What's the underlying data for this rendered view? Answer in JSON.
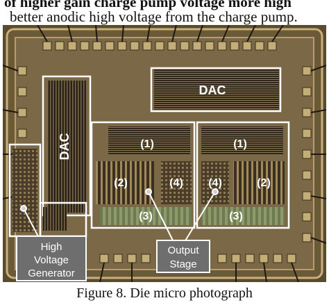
{
  "text": {
    "cut_line": "of higher gain charge pump voltage more high",
    "intro_line": "better anodic high voltage from the charge pump.",
    "caption": "Figure 8. Die micro photograph"
  },
  "labels": {
    "dac_top": "DAC",
    "dac_left": "DAC",
    "left_1": "(1)",
    "left_2": "(2)",
    "left_3": "(3)",
    "left_4": "(4)",
    "right_1": "(1)",
    "right_2": "(2)",
    "right_3": "(3)",
    "right_4": "(4)"
  },
  "callouts": {
    "hv_line1": "High",
    "hv_line2": "Voltage",
    "hv_line3": "Generator",
    "os_line1": "Output",
    "os_line2": "Stage"
  },
  "colors": {
    "die_bg": "#6b5a3a",
    "metal": "#c9b27a",
    "dark": "#2a2118",
    "box": "#ffffff",
    "callout_bg": "#6e6e6e"
  }
}
